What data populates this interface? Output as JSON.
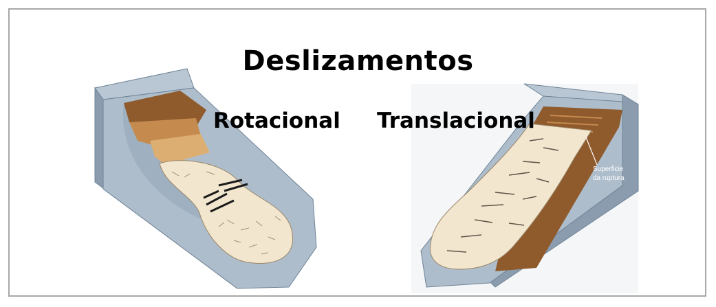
{
  "diagram": {
    "title": "Deslizamentos",
    "left_label": "Rotacional",
    "right_label": "Translacional",
    "annotation_line1": "Superficie",
    "annotation_line2": "da ruptura"
  },
  "colors": {
    "rock_face": "#aebdcc",
    "rock_side": "#8a9cad",
    "soil_dark": "#8f5a2c",
    "soil_mid": "#c58b4e",
    "soil_light": "#dcae72",
    "debris": "#f2e6cf",
    "frame": "#a8a8a8"
  }
}
